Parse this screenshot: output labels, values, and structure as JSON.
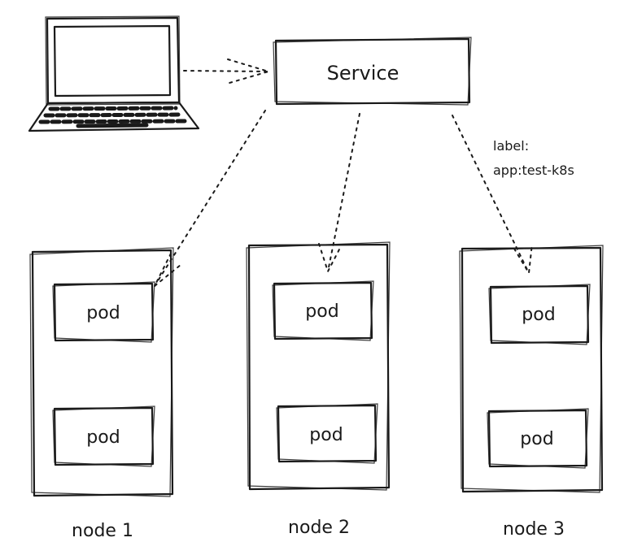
{
  "diagram": {
    "service_label": "Service",
    "selector_label_line1": "label:",
    "selector_label_line2": "app:test-k8s",
    "nodes": [
      {
        "label": "node 1",
        "pods": [
          "pod",
          "pod"
        ]
      },
      {
        "label": "node 2",
        "pods": [
          "pod",
          "pod"
        ]
      },
      {
        "label": "node 3",
        "pods": [
          "pod",
          "pod"
        ]
      }
    ]
  }
}
